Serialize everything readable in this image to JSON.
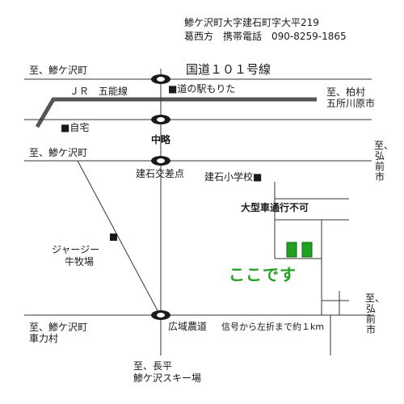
{
  "header": {
    "address": "鯵ケ沢町大字建石町字大平219",
    "contact": "葛西方　携帯電話　090-8259-1865"
  },
  "labels": {
    "route101": "国道１０１号線",
    "jr_line": "ＪＲ　五能線",
    "michinoeki": "■道の駅もりた",
    "to_kashiwa": "至、柏村",
    "goshogawara": "五所川原市",
    "to_ajigasawa_top": "至、鯵ケ沢町",
    "home": "■自宅",
    "chuuryaku": "中略",
    "to_ajigasawa_mid": "至、鯵ケ沢町",
    "to_hirosaki_1": "至、弘前市",
    "tateishi_intersection": "建石交差点",
    "tateishi_school": "建石小学校■",
    "no_large_vehicles": "大型車通行不可",
    "jersey_1": "ジャージー",
    "jersey_2": "牛牧場",
    "koko": "ここです",
    "to_hirosaki_2": "至、弘前市",
    "to_ajigasawa_bottom": "至、鯵ケ沢町",
    "sharikimura": "車力村",
    "koiki_farm_road": "広域農道",
    "signal_note": "信号から左折まで約１km",
    "to_nagahira": "至、長平",
    "ski_area": "鯵ケ沢スキー場"
  },
  "colors": {
    "road": "#333333",
    "rail": "#555555",
    "signal": "#1a1a1a",
    "destination": "#22a022"
  }
}
